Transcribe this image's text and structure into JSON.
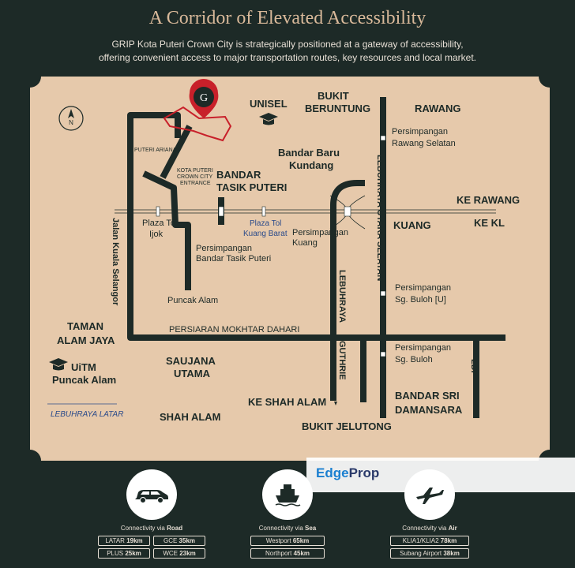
{
  "title": "A Corridor of Elevated Accessibility",
  "intro": {
    "line1": "GRIP Kota Puteri Crown City is strategically positioned at a gateway of accessibility,",
    "line2": "offering convenient access to major transportation routes, key resources and local market."
  },
  "map": {
    "north": "N",
    "logo_letter": "G",
    "labels": {
      "unisel": "UNISEL",
      "bukit_beruntung_1": "BUKIT",
      "bukit_beruntung_2": "BERUNTUNG",
      "rawang": "RAWANG",
      "simp_rawang_selatan_1": "Persimpangan",
      "simp_rawang_selatan_2": "Rawang Selatan",
      "puteri_ariana": "PUTERI ARIANA",
      "kp_entrance_1": "KOTA PUTERI",
      "kp_entrance_2": "CROWN CITY",
      "kp_entrance_3": "ENTRANCE",
      "bandar_baru_kundang_1": "Bandar Baru",
      "bandar_baru_kundang_2": "Kundang",
      "bandar_tasik_puteri_1": "BANDAR",
      "bandar_tasik_puteri_2": "TASIK PUTERI",
      "ke_rawang": "KE RAWANG",
      "ke_kl": "KE KL",
      "kuang": "KUANG",
      "plaza_tol_ijok_1": "Plaza Tol",
      "plaza_tol_ijok_2": "Ijok",
      "plaza_tol_kuang_barat_1": "Plaza Tol",
      "plaza_tol_kuang_barat_2": "Kuang Barat",
      "simp_kuang_1": "Persimpangan",
      "simp_kuang_2": "Kuang",
      "simp_btp_1": "Persimpangan",
      "simp_btp_2": "Bandar Tasik Puteri",
      "jalan_kuala_selangor": "Jalan Kuala Selangor",
      "lebuhraya_utara_selatan": "LEBUHRAYA UTARA SELATAN",
      "lebuhraya_guthrie_a": "LEBUHRAYA",
      "lebuhraya_guthrie_b": "GUTHRIE",
      "simp_sg_buloh_u_1": "Persimpangan",
      "simp_sg_buloh_u_2": "Sg. Buloh [U]",
      "puncak_alam": "Puncak Alam",
      "taman_alam_jaya_1": "TAMAN",
      "taman_alam_jaya_2": "ALAM JAYA",
      "persiaran": "PERSIARAN MOKHTAR DAHARI",
      "simp_sg_buloh_1": "Persimpangan",
      "simp_sg_buloh_2": "Sg. Buloh",
      "ldp": "LDP",
      "uitm_1": "UiTM",
      "uitm_2": "Puncak Alam",
      "saujana_utama_1": "SAUJANA",
      "saujana_utama_2": "UTAMA",
      "bandar_sri_damansara_1": "BANDAR SRI",
      "bandar_sri_damansara_2": "DAMANSARA",
      "ke_shah_alam": "KE SHAH ALAM",
      "lebuhraya_latar": "LEBUHRAYA LATAR",
      "shah_alam": "SHAH ALAM",
      "bukit_jelutong": "BUKIT JELUTONG"
    }
  },
  "watermark": {
    "brand_a": "Edge",
    "brand_b": "Prop"
  },
  "connectivity": {
    "road": {
      "caption_prefix": "Connectivity via",
      "caption_mode": "Road",
      "items": [
        {
          "name": "LATAR",
          "dist": "19km"
        },
        {
          "name": "GCE",
          "dist": "35km"
        },
        {
          "name": "PLUS",
          "dist": "25km"
        },
        {
          "name": "WCE",
          "dist": "23km"
        }
      ]
    },
    "sea": {
      "caption_prefix": "Connectivity via",
      "caption_mode": "Sea",
      "items": [
        {
          "name": "Westport",
          "dist": "65km"
        },
        {
          "name": "Northport",
          "dist": "45km"
        }
      ]
    },
    "air": {
      "caption_prefix": "Connectivity via",
      "caption_mode": "Air",
      "items": [
        {
          "name": "KLIA1/KLIA2",
          "dist": "78km"
        },
        {
          "name": "Subang Airport",
          "dist": "38km"
        }
      ]
    }
  },
  "colors": {
    "background": "#1d2a27",
    "map": "#e6c9ab",
    "road": "#1d2a27",
    "accent": "#c8202a",
    "title": "#d9b99a"
  }
}
